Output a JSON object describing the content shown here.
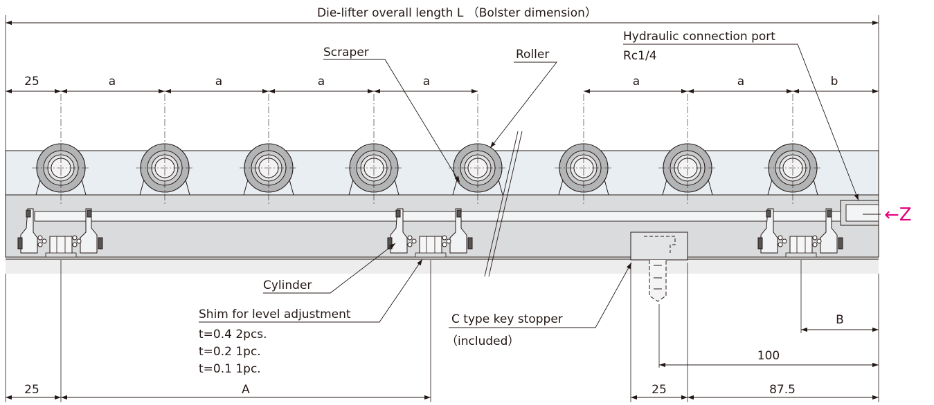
{
  "title": "Die-lifter overall length L （Bolster dimension）",
  "labels": {
    "scraper": "Scraper",
    "roller": "Roller",
    "hydraulic_port": "Hydraulic connection port",
    "port_thread": "Rc1/4",
    "cylinder": "Cylinder",
    "shim": "Shim for level adjustment",
    "shim_t1": "t=0.4  2pcs.",
    "shim_t2": "t=0.2  1pc.",
    "shim_t3": "t=0.1  1pc.",
    "key_stopper": "C type key stopper",
    "key_stopper_note": "（included）",
    "view_arrow": "←Z"
  },
  "dimensions": {
    "top_left_offset": "25",
    "pitch": "a",
    "end_pitch": "b",
    "bottom_left_offset": "25",
    "cylinder_span": "A",
    "stopper_width": "25",
    "stopper_to_end": "87.5",
    "stopper_center_to_end": "100",
    "cylinder_to_end": "B"
  },
  "colors": {
    "body": "#dadbdc",
    "upper_rail": "#e9eef3",
    "roller": "#b3b4b6",
    "outline": "#231815",
    "accent": "#e4007f"
  }
}
